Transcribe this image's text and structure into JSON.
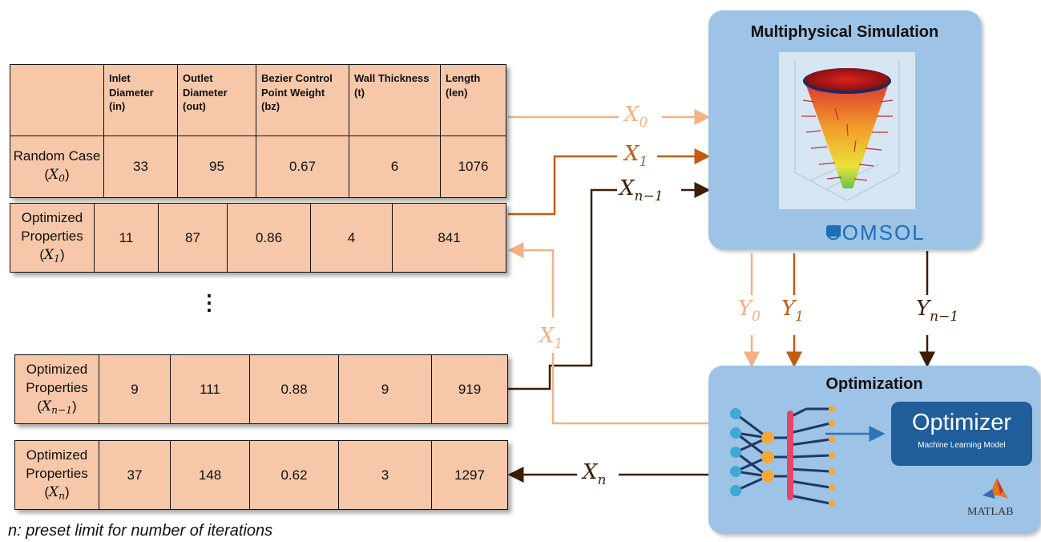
{
  "table": {
    "headers": [
      "",
      "Inlet Diameter (in)",
      "Outlet Diameter (out)",
      "Bezier Control Point Weight (bz)",
      "Wall Thickness (t)",
      "Length (len)"
    ],
    "rows": [
      {
        "label_text": "Random Case",
        "label_var": "X",
        "label_sub": "0",
        "values": [
          "33",
          "95",
          "0.67",
          "6",
          "1076"
        ]
      },
      {
        "label_text": "Optimized Properties",
        "label_var": "X",
        "label_sub": "1",
        "values": [
          "11",
          "87",
          "0.86",
          "4",
          "841"
        ]
      },
      {
        "label_text": "Optimized Properties",
        "label_var": "X",
        "label_sub": "n−1",
        "values": [
          "9",
          "111",
          "0.88",
          "9",
          "919"
        ]
      },
      {
        "label_text": "Optimized Properties",
        "label_var": "X",
        "label_sub": "n",
        "values": [
          "37",
          "148",
          "0.62",
          "3",
          "1297"
        ]
      }
    ],
    "ellipsis": "⋮"
  },
  "simulation": {
    "title": "Multiphysical Simulation",
    "brand": "COMSOL"
  },
  "optimization": {
    "title": "Optimization",
    "box_title": "Optimizer",
    "box_subtitle": "Machine Learning Model",
    "brand": "MATLAB"
  },
  "arrows": {
    "x0": {
      "var": "X",
      "sub": "0",
      "color": "#f4b183"
    },
    "x1": {
      "var": "X",
      "sub": "1",
      "color": "#c55a11"
    },
    "xn1": {
      "var": "X",
      "sub": "n−1",
      "color": "#3b1e08"
    },
    "y0": {
      "var": "Y",
      "sub": "0",
      "color": "#f4b183"
    },
    "y1": {
      "var": "Y",
      "sub": "1",
      "color": "#c55a11"
    },
    "yn1": {
      "var": "Y",
      "sub": "n−1",
      "color": "#3b1e08"
    },
    "x1_return": {
      "var": "X",
      "sub": "1",
      "color": "#f4b183"
    },
    "xn": {
      "var": "X",
      "sub": "n",
      "color": "#3b1e08"
    }
  },
  "footnote": "n: preset limit for number of iterations"
}
